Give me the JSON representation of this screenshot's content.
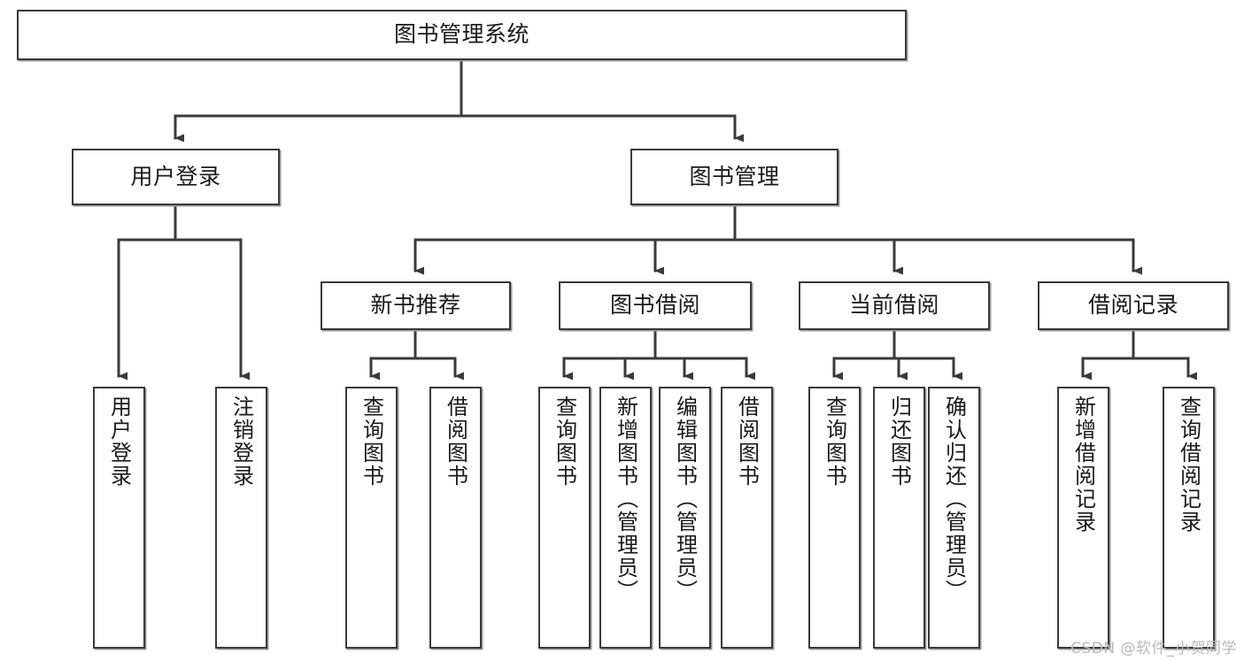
{
  "diagram": {
    "title": "图书管理系统",
    "type": "tree-hierarchy-chart",
    "orientation": "top-down",
    "line_color": "#3a3a3a",
    "box_border_color": "#3a3a3a",
    "background_color": "#ffffff",
    "text_color": "#1a1a1a"
  },
  "nodes": {
    "root": {
      "label": "图书管理系统"
    },
    "level2": [
      {
        "label": "用户登录"
      },
      {
        "label": "图书管理"
      }
    ],
    "level3": [
      {
        "label": "新书推荐"
      },
      {
        "label": "图书借阅"
      },
      {
        "label": "当前借阅"
      },
      {
        "label": "借阅记录"
      }
    ],
    "leaves": {
      "user_login": [
        {
          "label": "用户登录"
        },
        {
          "label": "注销登录"
        }
      ],
      "new_book_recommend": [
        {
          "label": "查询图书"
        },
        {
          "label": "借阅图书"
        }
      ],
      "book_borrow": [
        {
          "label": "查询图书"
        },
        {
          "label": "新增图书（管理员）"
        },
        {
          "label": "编辑图书（管理员）"
        },
        {
          "label": "借阅图书"
        }
      ],
      "current_borrow": [
        {
          "label": "查询图书"
        },
        {
          "label": "归还图书"
        },
        {
          "label": "确认归还（管理员）"
        }
      ],
      "borrow_record": [
        {
          "label": "新增借阅记录"
        },
        {
          "label": "查询借阅记录"
        }
      ]
    }
  },
  "watermark": {
    "text": "CSDN @软件_小贺同学"
  }
}
